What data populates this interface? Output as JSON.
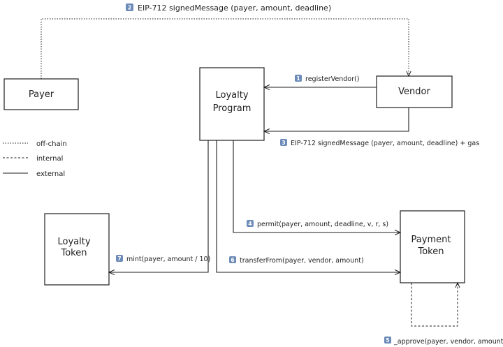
{
  "nodes": {
    "payer": {
      "label": "Payer"
    },
    "loyalty_program": {
      "line1": "Loyalty",
      "line2": "Program"
    },
    "vendor": {
      "label": "Vendor"
    },
    "loyalty_token": {
      "line1": "Loyalty",
      "line2": "Token"
    },
    "payment_token": {
      "line1": "Payment",
      "line2": "Token"
    }
  },
  "edges": {
    "e1": {
      "badge": "1",
      "label": "registerVendor()",
      "style": "external"
    },
    "e2": {
      "badge": "2",
      "label": "EIP-712 signedMessage (payer, amount, deadline)",
      "style": "off-chain"
    },
    "e3": {
      "badge": "3",
      "label": "EIP-712 signedMessage (payer, amount, deadline) + gas",
      "style": "external"
    },
    "e4": {
      "badge": "4",
      "label": "permit(payer, amount, deadline, v, r, s)",
      "style": "external"
    },
    "e5": {
      "badge": "5",
      "label": "_approve(payer, vendor, amount)",
      "style": "internal"
    },
    "e6": {
      "badge": "6",
      "label": "transferFrom(payer, vendor, amount)",
      "style": "external"
    },
    "e7": {
      "badge": "7",
      "label": "mint(payer, amount / 10)",
      "style": "external"
    }
  },
  "legend": {
    "offchain": "off-chain",
    "internal": "internal",
    "external": "external"
  },
  "colors": {
    "stroke": "#1e1e1e",
    "badge": "#6d8bb8",
    "background": "#ffffff"
  }
}
